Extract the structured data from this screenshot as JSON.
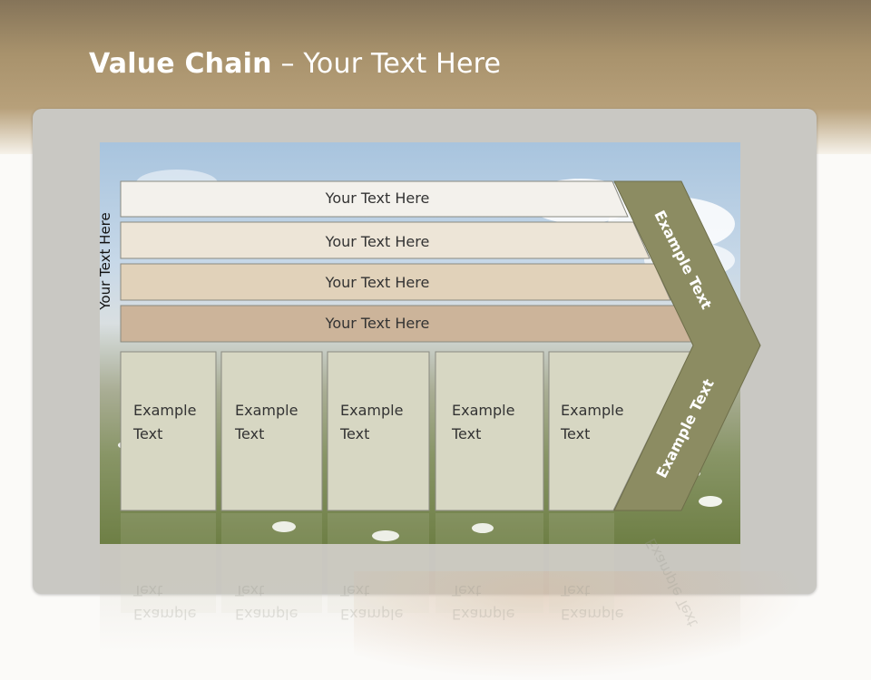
{
  "slide": {
    "title_bold": "Value Chain",
    "title_rest": " – Your Text Here"
  },
  "side_label": "Your Text Here",
  "rows": [
    {
      "label": "Your Text Here",
      "fill": "#f3f1ec"
    },
    {
      "label": "Your Text Here",
      "fill": "#ede5d7"
    },
    {
      "label": "Your Text Here",
      "fill": "#e1d2ba"
    },
    {
      "label": "Your Text Here",
      "fill": "#ccb49a"
    }
  ],
  "columns": [
    {
      "line1": "Example",
      "line2": "Text"
    },
    {
      "line1": "Example",
      "line2": "Text"
    },
    {
      "line1": "Example",
      "line2": "Text"
    },
    {
      "line1": "Example",
      "line2": "Text"
    },
    {
      "line1": "Example",
      "line2": "Text"
    }
  ],
  "chevron": {
    "upper_label": "Example Text",
    "lower_label": "Example Text",
    "fill": "#8c8c62"
  },
  "colors": {
    "column_fill": "#d7d7c3",
    "box_stroke": "#8a8a80"
  }
}
